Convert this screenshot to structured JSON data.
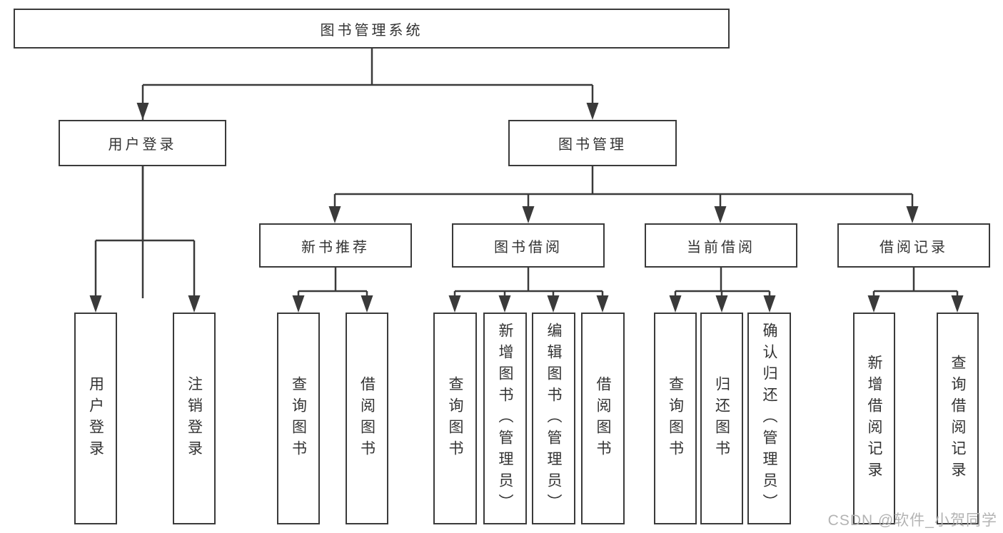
{
  "nodes": {
    "root": "图书管理系统",
    "user_login": "用户登录",
    "book_management": "图书管理",
    "new_book_recommend": "新书推荐",
    "book_borrowing": "图书借阅",
    "current_borrowing": "当前借阅",
    "borrowing_records": "借阅记录",
    "user_login_leaf": "用户登录",
    "logout_leaf": "注销登录",
    "query_books_1": "查询图书",
    "borrow_books_1": "借阅图书",
    "query_books_2": "查询图书",
    "add_books_admin": "新增图书（管理员）",
    "edit_books_admin": "编辑图书（管理员）",
    "borrow_books_2": "借阅图书",
    "query_books_3": "查询图书",
    "return_books": "归还图书",
    "confirm_return_admin": "确认归还（管理员）",
    "add_borrow_record": "新增借阅记录",
    "query_borrow_record": "查询借阅记录"
  },
  "hierarchy": {
    "图书管理系统": [
      "用户登录",
      "图书管理"
    ],
    "用户登录": [
      "用户登录",
      "注销登录"
    ],
    "图书管理": [
      "新书推荐",
      "图书借阅",
      "当前借阅",
      "借阅记录"
    ],
    "新书推荐": [
      "查询图书",
      "借阅图书"
    ],
    "图书借阅": [
      "查询图书",
      "新增图书（管理员）",
      "编辑图书（管理员）",
      "借阅图书"
    ],
    "当前借阅": [
      "查询图书",
      "归还图书",
      "确认归还（管理员）"
    ],
    "借阅记录": [
      "新增借阅记录",
      "查询借阅记录"
    ]
  },
  "watermark": {
    "text": "CSDN @软件_小贺同学"
  },
  "colors": {
    "line": "#3a3a3a",
    "border": "#3a3a3a",
    "text": "#333333",
    "watermark": "#b3b3b3",
    "background": "#ffffff"
  }
}
